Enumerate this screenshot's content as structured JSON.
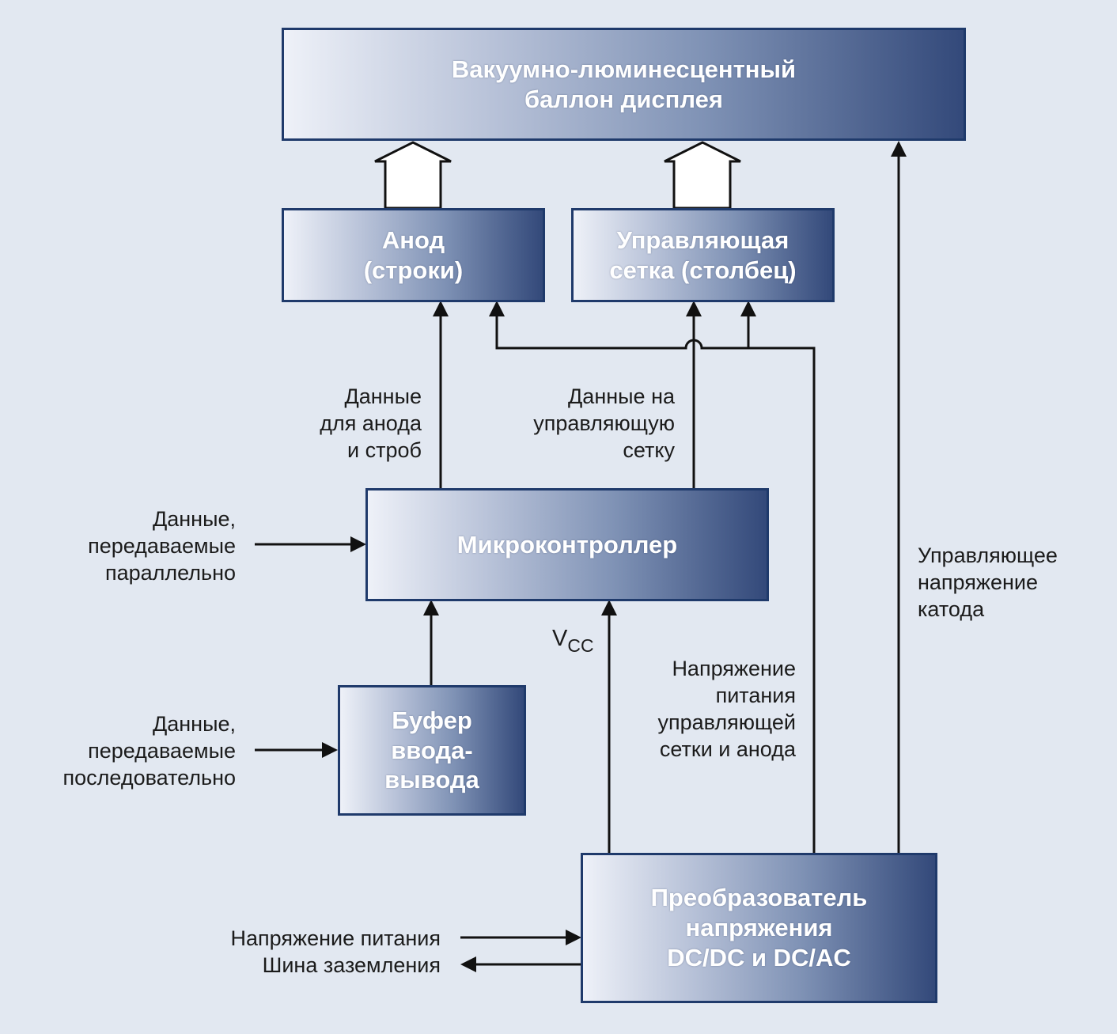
{
  "blocks": {
    "vfd": {
      "line1": "Вакуумно-люминесцентный",
      "line2": "баллон дисплея"
    },
    "anode": {
      "line1": "Анод",
      "line2": "(строки)"
    },
    "grid": {
      "line1": "Управляющая",
      "line2": "сетка (столбец)"
    },
    "mcu": {
      "line1": "Микроконтроллер"
    },
    "buffer": {
      "line1": "Буфер",
      "line2": "ввода-",
      "line3": "вывода"
    },
    "converter": {
      "line1": "Преобразователь",
      "line2": "напряжения",
      "line3": "DC/DC и DC/AC"
    }
  },
  "labels": {
    "anode_data": [
      "Данные",
      "для анода",
      "и строб"
    ],
    "grid_data": [
      "Данные на",
      "управляющую",
      "сетку"
    ],
    "parallel": [
      "Данные,",
      "передаваемые",
      "параллельно"
    ],
    "serial": [
      "Данные,",
      "передаваемые",
      "последовательно"
    ],
    "vcc": {
      "main": "V",
      "sub": "CC"
    },
    "grid_anode_supply": [
      "Напряжение",
      "питания",
      "управляющей",
      "сетки и анода"
    ],
    "cathode": [
      "Управляющее",
      "напряжение",
      "катода"
    ],
    "power_in": "Напряжение питания",
    "ground": "Шина заземления"
  },
  "colors": {
    "block_border": "#1f3a6b",
    "block_dark": "#33497a",
    "block_light": "#eef1f8",
    "background": "#e2e8f1",
    "line": "#111111"
  }
}
